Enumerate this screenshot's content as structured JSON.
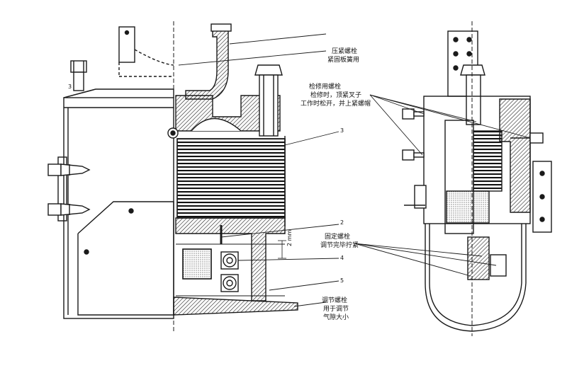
{
  "labels": {
    "press_bolt_title": "压紧螺栓",
    "press_bolt_desc": "紧固板簧用",
    "service_bolt_title": "检修用螺栓",
    "service_bolt_desc1": "检修时，顶紧叉子",
    "service_bolt_desc2": "工作时松开，并上紧螺帽",
    "fixing_bolt_title": "固定螺栓",
    "fixing_bolt_desc": "调节完毕拧紧",
    "adjust_bolt_title": "调节螺栓",
    "adjust_bolt_desc1": "用于调节",
    "adjust_bolt_desc2": "气隙大小"
  },
  "part_numbers": {
    "p3_left": "3",
    "p3_right": "3",
    "p2": "2",
    "p4": "4",
    "p5": "5",
    "dim": "2 mm"
  },
  "colors": {
    "ink": "#1a1a1a",
    "paper": "#ffffff",
    "hatch": "#2a2a2a"
  }
}
